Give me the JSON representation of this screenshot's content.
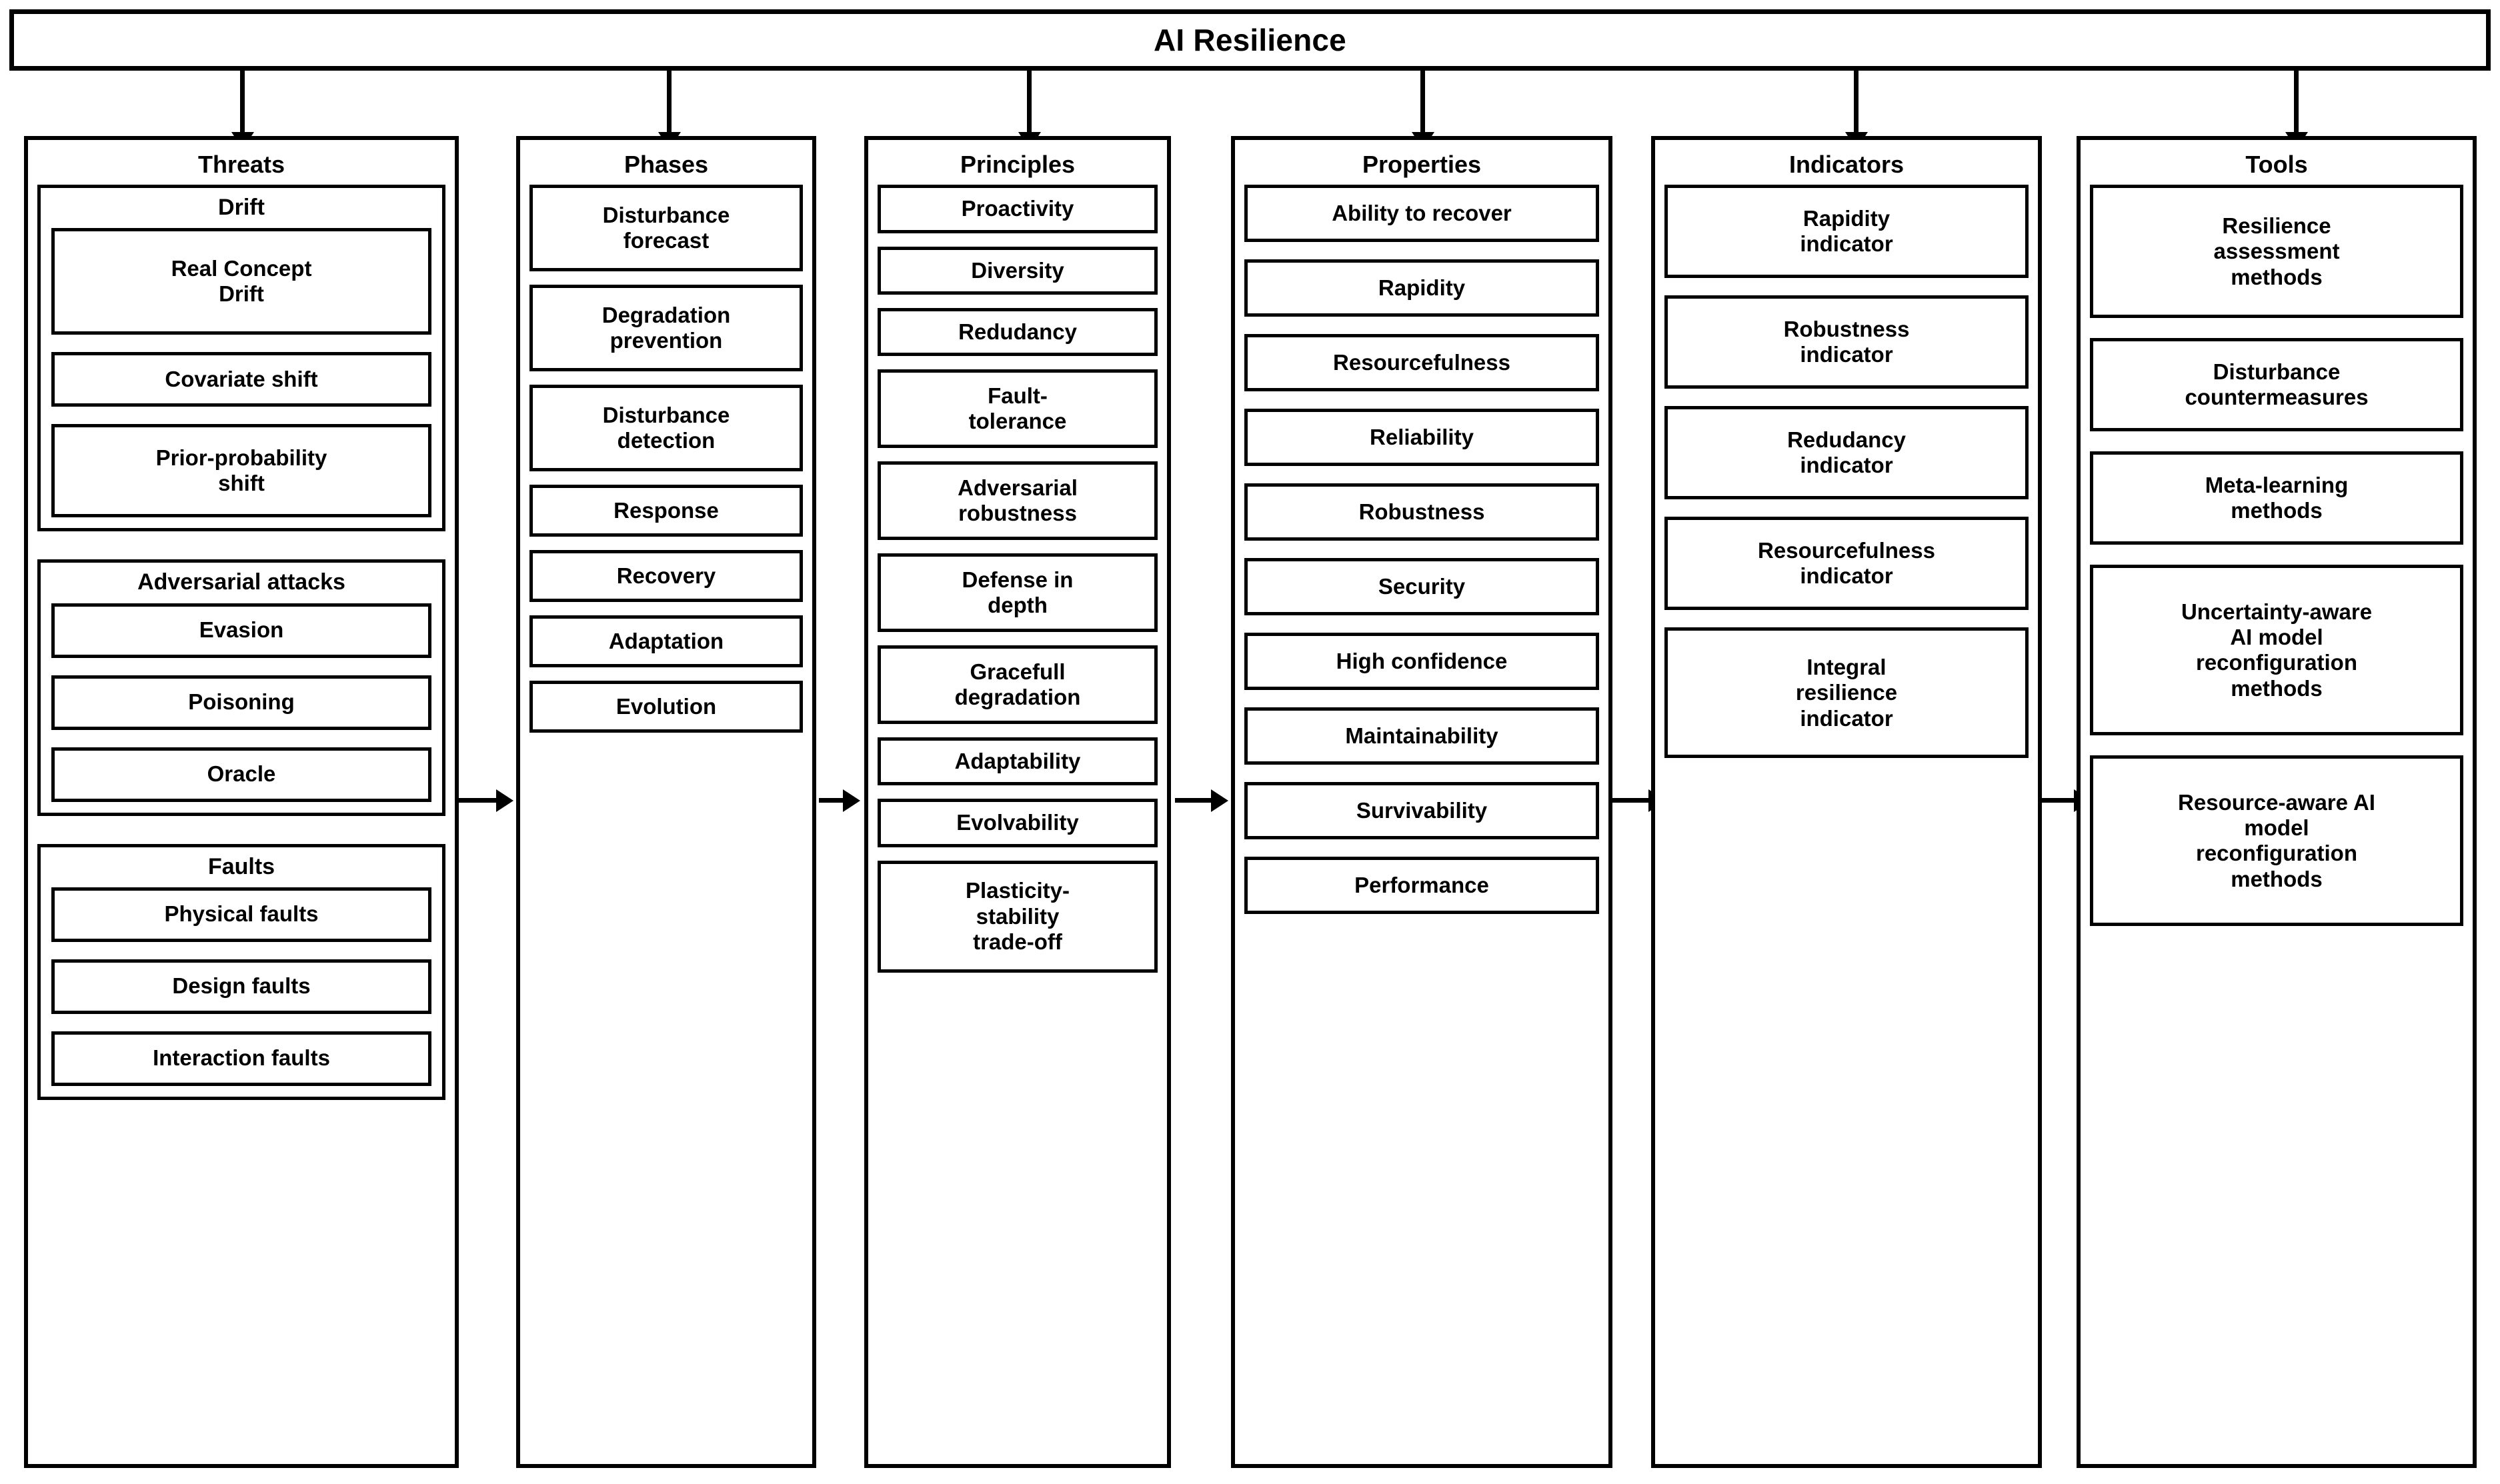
{
  "root": {
    "title": "AI Resilience"
  },
  "colors": {
    "stroke": "#000000",
    "background": "#ffffff",
    "text": "#000000"
  },
  "columns": [
    {
      "id": "threats",
      "title": "Threats",
      "groups": [
        {
          "title": "Drift",
          "items": [
            "Real Concept\nDrift",
            "Covariate shift",
            "Prior-probability\nshift"
          ]
        },
        {
          "title": "Adversarial\nattacks",
          "items": [
            "Evasion",
            "Poisoning",
            "Oracle"
          ]
        },
        {
          "title": "Faults",
          "items": [
            "Physical faults",
            "Design faults",
            "Interaction faults"
          ]
        }
      ]
    },
    {
      "id": "phases",
      "title": "Phases",
      "items": [
        "Disturbance\nforecast",
        "Degradation\nprevention",
        "Disturbance\ndetection",
        "Response",
        "Recovery",
        "Adaptation",
        "Evolution"
      ]
    },
    {
      "id": "principles",
      "title": "Principles",
      "items": [
        "Proactivity",
        "Diversity",
        "Redudancy",
        "Fault-\ntolerance",
        "Adversarial\nrobustness",
        "Defense in\ndepth",
        "Gracefull\ndegradation",
        "Adaptability",
        "Evolvability",
        "Plasticity-\nstability\ntrade-off"
      ]
    },
    {
      "id": "properties",
      "title": "Properties",
      "items": [
        "Ability to recover",
        "Rapidity",
        "Resourcefulness",
        "Reliability",
        "Robustness",
        "Security",
        "High confidence",
        "Maintainability",
        "Survivability",
        "Performance"
      ]
    },
    {
      "id": "indicators",
      "title": "Indicators",
      "items": [
        "Rapidity\nindicator",
        "Robustness\nindicator",
        "Redudancy\nindicator",
        "Resourcefulness\nindicator",
        "Integral\nresilience\nindicator"
      ]
    },
    {
      "id": "tools",
      "title": "Tools",
      "items": [
        "Resilience\nassessment\nmethods",
        "Disturbance\ncountermeasures",
        "Meta-learning\nmethods",
        "Uncertainty-aware\nAI model\nreconfiguration\nmethods",
        "Resource-aware AI\nmodel\nreconfiguration\nmethods"
      ]
    }
  ],
  "connectors": {
    "vertical_label": "arrow-down",
    "horizontal_label": "arrow-right",
    "vertical_count": 6,
    "horizontal_count": 5
  }
}
